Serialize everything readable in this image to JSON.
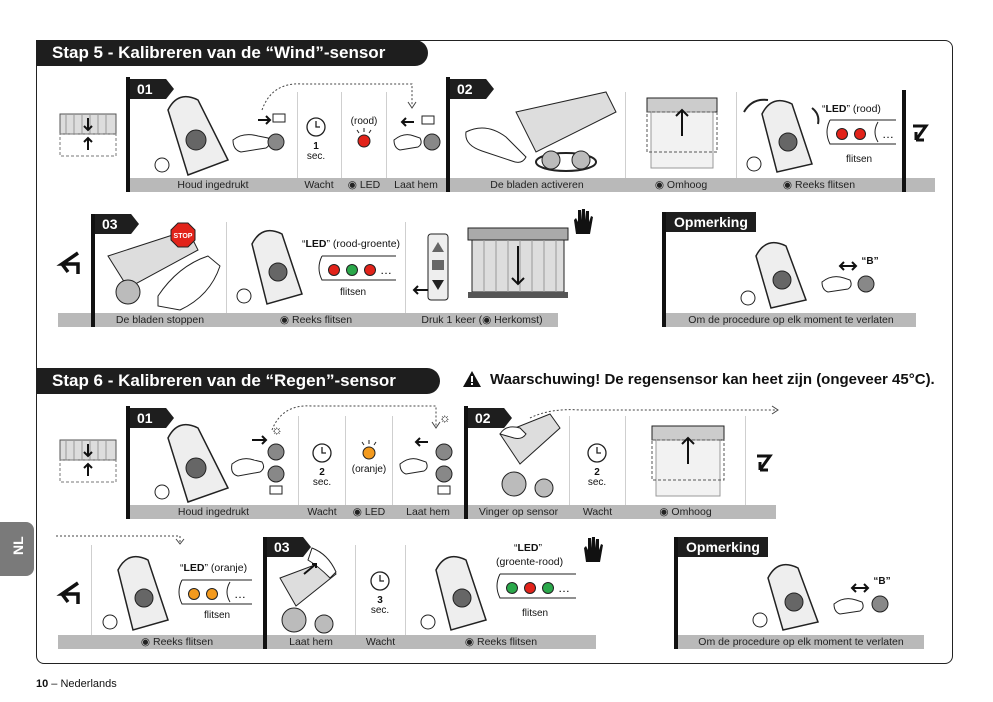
{
  "step5": {
    "title": "Stap 5 - Kalibreren van de “Wind”-sensor",
    "badges": [
      "01",
      "02",
      "03"
    ],
    "row1_captions": [
      "Houd ingedrukt",
      "Wacht",
      "LED",
      "Laat hem",
      "De bladen activeren",
      "Omhoog",
      "Reeks flitsen"
    ],
    "wait_value": "1",
    "wait_unit": "sec.",
    "led_color": "(rood)",
    "led_seq_label": "LED",
    "led_seq_color": "(rood)",
    "flitsen": "flitsen",
    "row2_captions": [
      "De bladen stoppen",
      "Reeks flitsen",
      "Druk 1 keer (",
      "Herkomst)"
    ],
    "led_seq2_color": "(rood-groente)",
    "flitsen2": "flitsen",
    "stop_sign": "STOP",
    "note_title": "Opmerking",
    "note_caption": "Om de procedure op elk moment te verlaten",
    "note_key": "B"
  },
  "step6": {
    "title": "Stap 6 - Kalibreren van de “Regen”-sensor",
    "warning": "Waarschuwing! De regensensor kan heet zijn (ongeveer 45°C).",
    "badges": [
      "01",
      "02",
      "03"
    ],
    "row1_captions": [
      "Houd ingedrukt",
      "Wacht",
      "LED",
      "Laat hem",
      "Vinger op sensor",
      "Wacht",
      "Omhoog"
    ],
    "wait_value": "2",
    "wait_unit": "sec.",
    "led_color": "(oranje)",
    "wait2_value": "2",
    "wait2_unit": "sec.",
    "row2_captions": [
      "Reeks flitsen",
      "Laat hem",
      "Wacht",
      "Reeks flitsen"
    ],
    "led_seq_label": "LED",
    "led_seq_color": "(oranje)",
    "flitsen": "flitsen",
    "wait3_value": "3",
    "wait3_unit": "sec.",
    "led_seq2_label": "LED",
    "led_seq2_color": "(groente-rood)",
    "flitsen2": "flitsen",
    "note_title": "Opmerking",
    "note_caption": "Om de procedure op elk moment te verlaten",
    "note_key": "B"
  },
  "side_tab": "NL",
  "footer": {
    "page": "10",
    "language": "Nederlands"
  },
  "colors": {
    "red": "#e2231a",
    "green": "#2aa84a",
    "orange": "#f39a1e",
    "bar": "#b9b9b9"
  }
}
